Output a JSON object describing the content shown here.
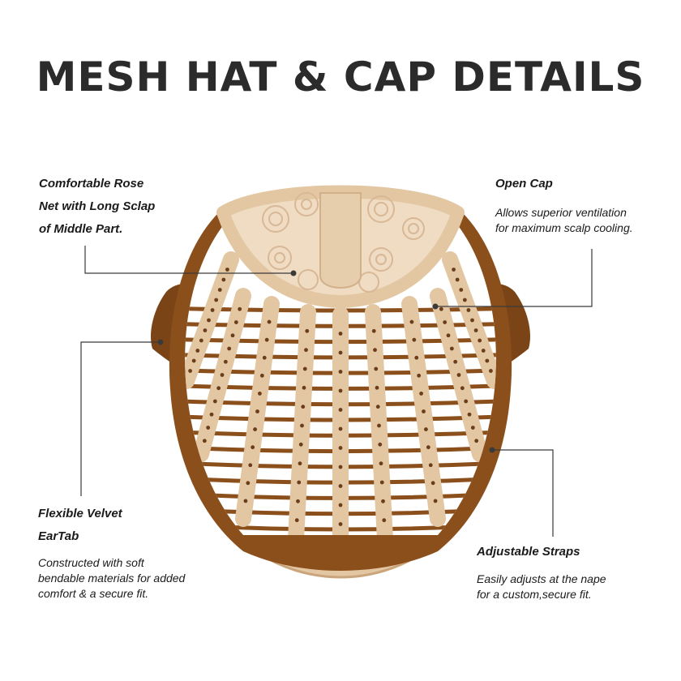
{
  "title": "MESH HAT & CAP DETAILS",
  "callouts": {
    "rose_net": {
      "label_lines": [
        "Comfortable Rose",
        "Net with Long Sclap",
        "of Middle Part."
      ]
    },
    "open_cap": {
      "label": "Open Cap",
      "desc_lines": [
        "Allows superior ventilation",
        "for maximum scalp cooling."
      ]
    },
    "ear_tab": {
      "label_lines": [
        "Flexible Velvet",
        "EarTab"
      ],
      "desc_lines": [
        "Constructed with soft",
        "bendable materials for added",
        "comfort & a secure fit."
      ]
    },
    "straps": {
      "label": "Adjustable Straps",
      "desc_lines": [
        "Easily adjusts at the nape",
        "for a custom,secure fit."
      ]
    }
  },
  "colors": {
    "frame_brown": "#8b4f1c",
    "ear_tab_brown": "#7a4416",
    "tan": "#e3c7a3",
    "tan_dark": "#caa57c",
    "dot": "#6b3d1a",
    "line": "#3a3a3a"
  }
}
